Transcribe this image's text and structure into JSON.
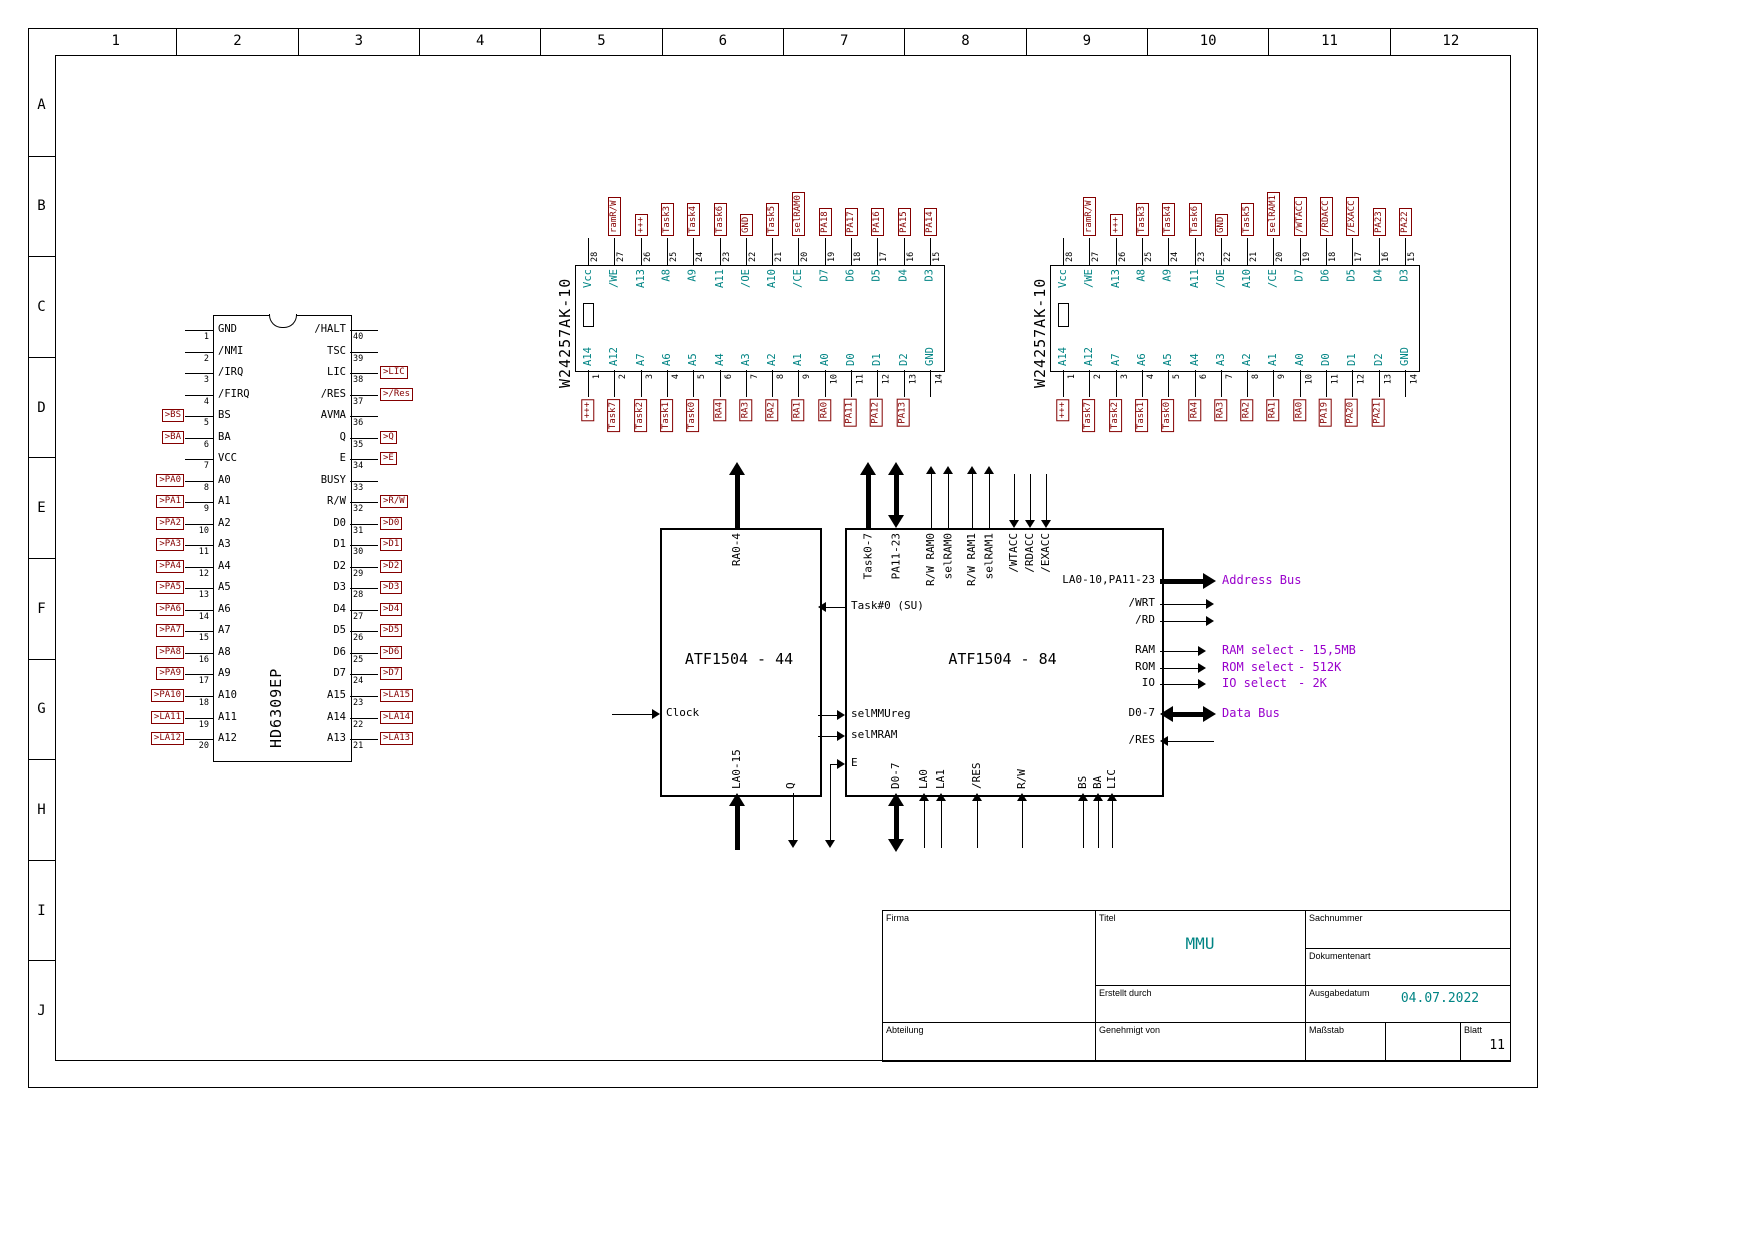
{
  "sheet": {
    "columns": [
      "1",
      "2",
      "3",
      "4",
      "5",
      "6",
      "7",
      "8",
      "9",
      "10",
      "11",
      "12"
    ],
    "rows": [
      "A",
      "B",
      "C",
      "D",
      "E",
      "F",
      "G",
      "H",
      "I",
      "J"
    ]
  },
  "title_block": {
    "firma_label": "Firma",
    "titel_label": "Titel",
    "titel_value": "MMU",
    "sachnummer_label": "Sachnummer",
    "dokumentenart_label": "Dokumentenart",
    "erstellt_label": "Erstellt durch",
    "ausgabedatum_label": "Ausgabedatum",
    "ausgabedatum_value": "04.07.2022",
    "abteilung_label": "Abteilung",
    "genehmigt_label": "Genehmigt von",
    "massstab_label": "Maßstab",
    "blatt_label": "Blatt",
    "blatt_value": "11"
  },
  "colors": {
    "pin_name": "#008484",
    "net_label": "#840000",
    "annotation": "#9900cc",
    "title_value": "#008484"
  },
  "cpu": {
    "title": "HD6309EP",
    "left_pins": [
      {
        "num": "1",
        "name": "GND",
        "flag": null
      },
      {
        "num": "2",
        "name": "/NMI",
        "flag": null
      },
      {
        "num": "3",
        "name": "/IRQ",
        "flag": null
      },
      {
        "num": "4",
        "name": "/FIRQ",
        "flag": null
      },
      {
        "num": "5",
        "name": "BS",
        "flag": "BS"
      },
      {
        "num": "6",
        "name": "BA",
        "flag": "BA"
      },
      {
        "num": "7",
        "name": "VCC",
        "flag": null
      },
      {
        "num": "8",
        "name": "A0",
        "flag": "PA0"
      },
      {
        "num": "9",
        "name": "A1",
        "flag": "PA1"
      },
      {
        "num": "10",
        "name": "A2",
        "flag": "PA2"
      },
      {
        "num": "11",
        "name": "A3",
        "flag": "PA3"
      },
      {
        "num": "12",
        "name": "A4",
        "flag": "PA4"
      },
      {
        "num": "13",
        "name": "A5",
        "flag": "PA5"
      },
      {
        "num": "14",
        "name": "A6",
        "flag": "PA6"
      },
      {
        "num": "15",
        "name": "A7",
        "flag": "PA7"
      },
      {
        "num": "16",
        "name": "A8",
        "flag": "PA8"
      },
      {
        "num": "17",
        "name": "A9",
        "flag": "PA9"
      },
      {
        "num": "18",
        "name": "A10",
        "flag": "PA10"
      },
      {
        "num": "19",
        "name": "A11",
        "flag": "LA11"
      },
      {
        "num": "20",
        "name": "A12",
        "flag": "LA12"
      }
    ],
    "right_pins": [
      {
        "num": "40",
        "name": "/HALT",
        "flag": null
      },
      {
        "num": "39",
        "name": "TSC",
        "flag": null
      },
      {
        "num": "38",
        "name": "LIC",
        "flag": "LIC"
      },
      {
        "num": "37",
        "name": "/RES",
        "flag": "/Res"
      },
      {
        "num": "36",
        "name": "AVMA",
        "flag": null
      },
      {
        "num": "35",
        "name": "Q",
        "flag": "Q"
      },
      {
        "num": "34",
        "name": "E",
        "flag": "E"
      },
      {
        "num": "33",
        "name": "BUSY",
        "flag": null
      },
      {
        "num": "32",
        "name": "R/W",
        "flag": "R/W"
      },
      {
        "num": "31",
        "name": "D0",
        "flag": "D0"
      },
      {
        "num": "30",
        "name": "D1",
        "flag": "D1"
      },
      {
        "num": "29",
        "name": "D2",
        "flag": "D2"
      },
      {
        "num": "28",
        "name": "D3",
        "flag": "D3"
      },
      {
        "num": "27",
        "name": "D4",
        "flag": "D4"
      },
      {
        "num": "26",
        "name": "D5",
        "flag": "D5"
      },
      {
        "num": "25",
        "name": "D6",
        "flag": "D6"
      },
      {
        "num": "24",
        "name": "D7",
        "flag": "D7"
      },
      {
        "num": "23",
        "name": "A15",
        "flag": "LA15"
      },
      {
        "num": "22",
        "name": "A14",
        "flag": "LA14"
      },
      {
        "num": "21",
        "name": "A13",
        "flag": "LA13"
      }
    ]
  },
  "rams": [
    {
      "title": "W24257AK-10",
      "top": [
        {
          "num": "28",
          "name": "Vcc",
          "flag": null
        },
        {
          "num": "27",
          "name": "/WE",
          "flag": "ramR/W"
        },
        {
          "num": "26",
          "name": "A13",
          "flag": "+++"
        },
        {
          "num": "25",
          "name": "A8",
          "flag": "Task3"
        },
        {
          "num": "24",
          "name": "A9",
          "flag": "Task4"
        },
        {
          "num": "23",
          "name": "A11",
          "flag": "Task6"
        },
        {
          "num": "22",
          "name": "/OE",
          "flag": "GND"
        },
        {
          "num": "21",
          "name": "A10",
          "flag": "Task5"
        },
        {
          "num": "20",
          "name": "/CE",
          "flag": "selRAM0"
        },
        {
          "num": "19",
          "name": "D7",
          "flag": "PA18"
        },
        {
          "num": "18",
          "name": "D6",
          "flag": "PA17"
        },
        {
          "num": "17",
          "name": "D5",
          "flag": "PA16"
        },
        {
          "num": "16",
          "name": "D4",
          "flag": "PA15"
        },
        {
          "num": "15",
          "name": "D3",
          "flag": "PA14"
        }
      ],
      "bottom": [
        {
          "num": "1",
          "name": "A14",
          "flag": "+++"
        },
        {
          "num": "2",
          "name": "A12",
          "flag": "Task7"
        },
        {
          "num": "3",
          "name": "A7",
          "flag": "Task2"
        },
        {
          "num": "4",
          "name": "A6",
          "flag": "Task1"
        },
        {
          "num": "5",
          "name": "A5",
          "flag": "Task0"
        },
        {
          "num": "6",
          "name": "A4",
          "flag": "RA4"
        },
        {
          "num": "7",
          "name": "A3",
          "flag": "RA3"
        },
        {
          "num": "8",
          "name": "A2",
          "flag": "RA2"
        },
        {
          "num": "9",
          "name": "A1",
          "flag": "RA1"
        },
        {
          "num": "10",
          "name": "A0",
          "flag": "RA0"
        },
        {
          "num": "11",
          "name": "D0",
          "flag": "PA11"
        },
        {
          "num": "12",
          "name": "D1",
          "flag": "PA12"
        },
        {
          "num": "13",
          "name": "D2",
          "flag": "PA13"
        },
        {
          "num": "14",
          "name": "GND",
          "flag": null
        }
      ]
    },
    {
      "title": "W24257AK-10",
      "top": [
        {
          "num": "28",
          "name": "Vcc",
          "flag": null
        },
        {
          "num": "27",
          "name": "/WE",
          "flag": "ramR/W"
        },
        {
          "num": "26",
          "name": "A13",
          "flag": "+++"
        },
        {
          "num": "25",
          "name": "A8",
          "flag": "Task3"
        },
        {
          "num": "24",
          "name": "A9",
          "flag": "Task4"
        },
        {
          "num": "23",
          "name": "A11",
          "flag": "Task6"
        },
        {
          "num": "22",
          "name": "/OE",
          "flag": "GND"
        },
        {
          "num": "21",
          "name": "A10",
          "flag": "Task5"
        },
        {
          "num": "20",
          "name": "/CE",
          "flag": "selRAM1"
        },
        {
          "num": "19",
          "name": "D7",
          "flag": "/WTACC"
        },
        {
          "num": "18",
          "name": "D6",
          "flag": "/RDACC"
        },
        {
          "num": "17",
          "name": "D5",
          "flag": "/EXACC"
        },
        {
          "num": "16",
          "name": "D4",
          "flag": "PA23"
        },
        {
          "num": "15",
          "name": "D3",
          "flag": "PA22"
        }
      ],
      "bottom": [
        {
          "num": "1",
          "name": "A14",
          "flag": "+++"
        },
        {
          "num": "2",
          "name": "A12",
          "flag": "Task7"
        },
        {
          "num": "3",
          "name": "A7",
          "flag": "Task2"
        },
        {
          "num": "4",
          "name": "A6",
          "flag": "Task1"
        },
        {
          "num": "5",
          "name": "A5",
          "flag": "Task0"
        },
        {
          "num": "6",
          "name": "A4",
          "flag": "RA4"
        },
        {
          "num": "7",
          "name": "A3",
          "flag": "RA3"
        },
        {
          "num": "8",
          "name": "A2",
          "flag": "RA2"
        },
        {
          "num": "9",
          "name": "A1",
          "flag": "RA1"
        },
        {
          "num": "10",
          "name": "A0",
          "flag": "RA0"
        },
        {
          "num": "11",
          "name": "D0",
          "flag": "PA19"
        },
        {
          "num": "12",
          "name": "D1",
          "flag": "PA20"
        },
        {
          "num": "13",
          "name": "D2",
          "flag": "PA21"
        },
        {
          "num": "14",
          "name": "GND",
          "flag": null
        }
      ]
    }
  ],
  "cpld44": {
    "title": "ATF1504 - 44",
    "top_bus": "RA0-4",
    "clock": "Clock",
    "bottom_bus": "LA0-15",
    "q": "Q"
  },
  "cpld84": {
    "title": "ATF1504 - 84",
    "top": [
      {
        "label": "Task0-7",
        "style": "thick-up"
      },
      {
        "label": "PA11-23",
        "style": "thick-both"
      },
      {
        "label": "R/W RAM0",
        "style": "thin-up"
      },
      {
        "label": "selRAM0",
        "style": "thin-up"
      },
      {
        "label": "R/W RAM1",
        "style": "thin-up"
      },
      {
        "label": "selRAM1",
        "style": "thin-up"
      },
      {
        "label": "/WTACC",
        "style": "thin-down"
      },
      {
        "label": "/RDACC",
        "style": "thin-down"
      },
      {
        "label": "/EXACC",
        "style": "thin-down"
      }
    ],
    "right": [
      {
        "label": "LA0-10,PA11-23",
        "style": "thick-out"
      },
      {
        "label": "/WRT",
        "style": "thin-out"
      },
      {
        "label": "/RD",
        "style": "thin-out"
      },
      {
        "label": "RAM",
        "style": "thin-out"
      },
      {
        "label": "ROM",
        "style": "thin-out"
      },
      {
        "label": "IO",
        "style": "thin-out"
      },
      {
        "label": "D0-7",
        "style": "thick-both"
      },
      {
        "label": "/RES",
        "style": "thin-in"
      }
    ],
    "left": [
      {
        "label": "Task#0 (SU)"
      },
      {
        "label": "selMMUreg"
      },
      {
        "label": "selMRAM"
      },
      {
        "label": "E"
      }
    ],
    "bottom": [
      {
        "label": "D0-7",
        "style": "thick-both"
      },
      {
        "label": "LA0",
        "style": "thin-in"
      },
      {
        "label": "LA1",
        "style": "thin-in"
      },
      {
        "label": "/RES",
        "style": "thin-in"
      },
      {
        "label": "R/W",
        "style": "thin-in"
      },
      {
        "label": "BS",
        "style": "thin-in"
      },
      {
        "label": "BA",
        "style": "thin-in"
      },
      {
        "label": "LIC",
        "style": "thin-in"
      }
    ]
  },
  "annotations": {
    "address_bus": "Address Bus",
    "data_bus": "Data Bus",
    "selects": [
      {
        "label": "RAM select",
        "value": "- 15,5MB"
      },
      {
        "label": "ROM select",
        "value": "- 512K"
      },
      {
        "label": "IO select",
        "value": "- 2K"
      }
    ]
  }
}
